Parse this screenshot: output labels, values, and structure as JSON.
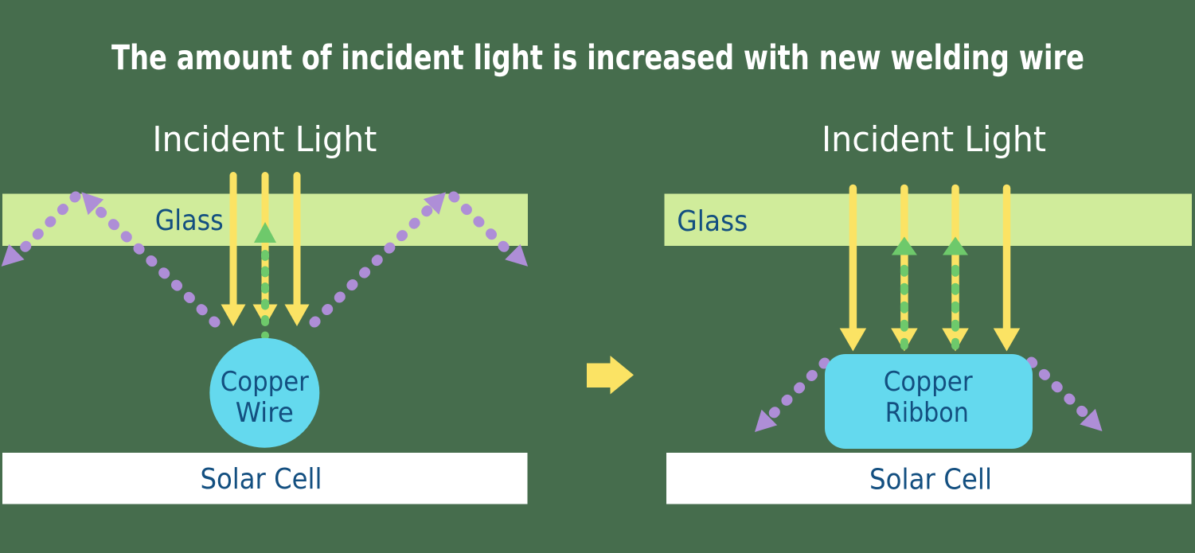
{
  "title": "The amount of incident light is increased with new welding wire",
  "colors": {
    "background": "#466D4D",
    "title_text": "#FFFFFF",
    "incident_light_text": "#FFFFFF",
    "glass": "#D0EC9B",
    "navy_label": "#134F80",
    "solar_cell": "#FFFFFF",
    "copper": "#64D9EE",
    "incident_ray_yellow": "#FBE364",
    "reflected_ray_green": "#6EC96B",
    "lost_ray_purple": "#AE8ED7",
    "transition_arrow_yellow": "#FBE364"
  },
  "left_panel": {
    "incident_light_label": "Incident Light",
    "glass_label": "Glass",
    "conductor_line1": "Copper",
    "conductor_line2": "Wire",
    "solar_cell_label": "Solar Cell"
  },
  "right_panel": {
    "incident_light_label": "Incident Light",
    "glass_label": "Glass",
    "conductor_line1": "Copper",
    "conductor_line2": "Ribbon",
    "solar_cell_label": "Solar Cell"
  }
}
